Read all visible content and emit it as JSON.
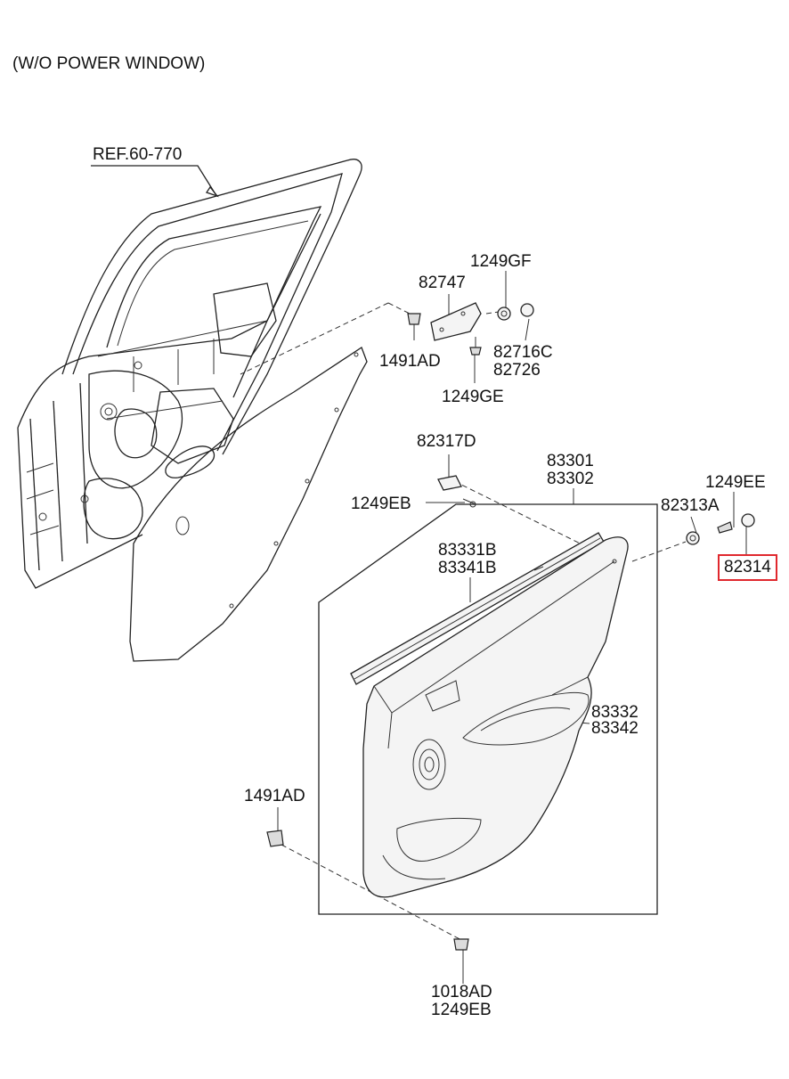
{
  "title": "(W/O POWER WINDOW)",
  "labels": {
    "ref": "REF.60-770",
    "p1249gf": "1249GF",
    "p82747": "82747",
    "p1491ad_top": "1491AD",
    "p82716c": "82716C",
    "p82726": "82726",
    "p1249ge": "1249GE",
    "p82317d": "82317D",
    "p1249eb_mid": "1249EB",
    "p83301": "83301",
    "p83302": "83302",
    "p1249ee": "1249EE",
    "p82313a": "82313A",
    "p82314": "82314",
    "p83331b": "83331B",
    "p83341b": "83341B",
    "p83332": "83332",
    "p83342": "83342",
    "p1491ad_bot": "1491AD",
    "p1018ad": "1018AD",
    "p1249eb_bot": "1249EB"
  },
  "colors": {
    "highlight": "#e0282e",
    "ink": "#222222"
  }
}
